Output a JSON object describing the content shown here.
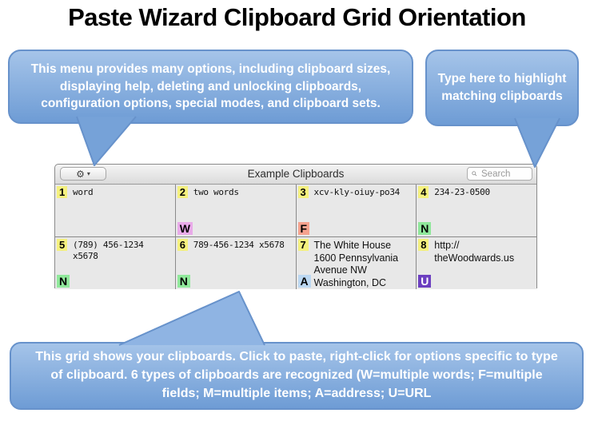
{
  "title": "Paste Wizard Clipboard Grid Orientation",
  "callouts": {
    "menu_hint": "This menu provides many options, including clipboard sizes, displaying help, deleting and unlocking clipboards, configuration options, special modes, and clipboard sets.",
    "search_hint": "Type here to highlight matching clipboards",
    "grid_hint": "This grid shows your clipboards.  Click to paste, right-click for options specific to type of clipboard. 6 types of clipboards are recognized (W=multiple words; F=multiple fields; M=multiple items; A=address; U=URL"
  },
  "window": {
    "toolbar": {
      "gear_icon": "⚙",
      "gear_dropdown_arrow": "▾",
      "title": "Example Clipboards",
      "search_placeholder": "Search"
    },
    "cells": [
      {
        "number": "1",
        "text": "word",
        "type": ""
      },
      {
        "number": "2",
        "text": "two words",
        "type": "W"
      },
      {
        "number": "3",
        "text": "xcv-kly-oiuy-po34",
        "type": "F"
      },
      {
        "number": "4",
        "text": "234-23-0500",
        "type": "N"
      },
      {
        "number": "5",
        "text": "(789) 456-1234\nx5678",
        "type": "N"
      },
      {
        "number": "6",
        "text": "789-456-1234 x5678",
        "type": "N"
      },
      {
        "number": "7",
        "text": "The White House\n1600 Pennsylvania\nAvenue NW\nWashington, DC",
        "type": "A"
      },
      {
        "number": "8",
        "text": "http://\ntheWoodwards.us",
        "type": "U"
      }
    ]
  },
  "colors": {
    "callout-top": "#A5C4E9",
    "callout-bottom": "#6E9CD5",
    "callout-border": "#6792CB",
    "toolbar-top": "#F4F4F4",
    "toolbar-bottom": "#DBDBDB",
    "cell-bg": "#E8E8E8",
    "number-badge-bg": "#F5F17E",
    "badge-w-bg": "#E9ABE9",
    "badge-f-bg": "#F5A28E",
    "badge-n-bg": "#90E89B",
    "badge-a-bg": "#BCD8F2",
    "badge-u-bg": "#6C3FC0",
    "badge-u-fg": "#FFFFFF"
  }
}
